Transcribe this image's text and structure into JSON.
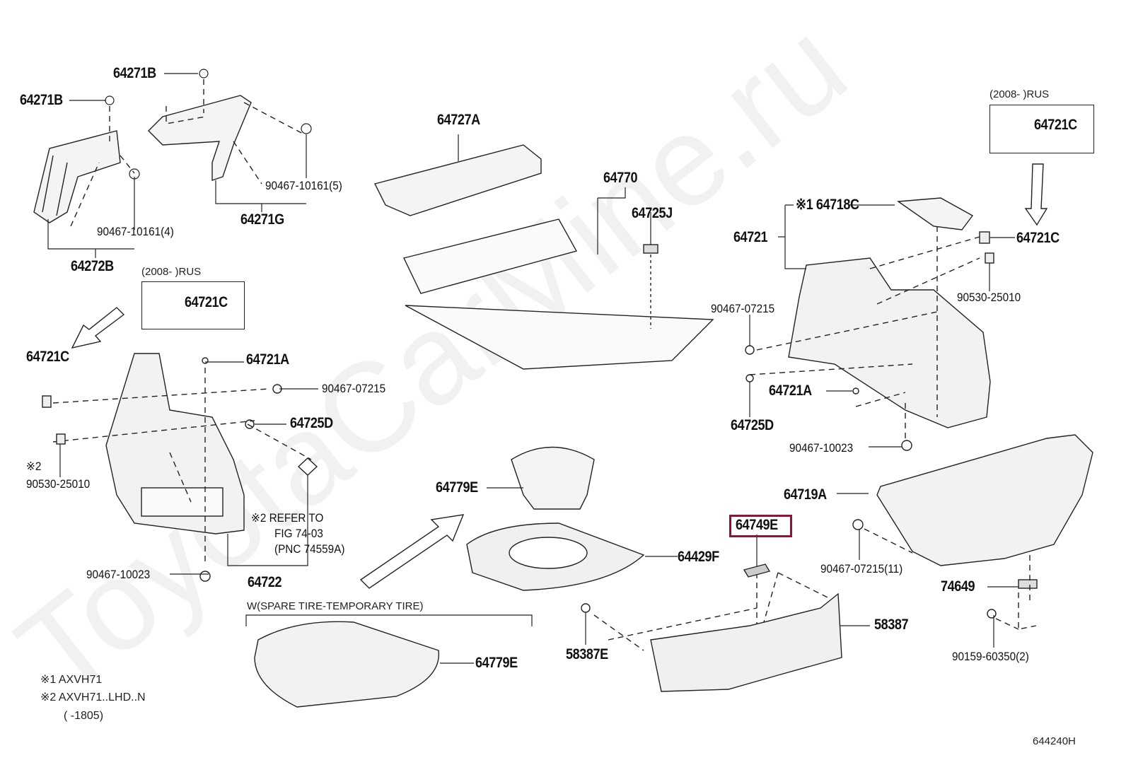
{
  "diagram": {
    "watermark": "ToyotaCarMine.ru",
    "highlight_color": "#8b1538",
    "figure_id": "644240H",
    "variant_boxes": [
      {
        "range": "(2008-        )RUS",
        "part": "64721C"
      },
      {
        "range": "(2008-        )RUS",
        "part": "64721C"
      }
    ],
    "labels": {
      "p64271B_a": "64271B",
      "p64271B_b": "64271B",
      "p90467_10161_5": "90467-10161(5)",
      "p64271G": "64271G",
      "p90467_10161_4": "90467-10161(4)",
      "p64272B": "64272B",
      "p64727A": "64727A",
      "p64770": "64770",
      "p64725J": "64725J",
      "p64718C": "※1 64718C",
      "p64721": "64721",
      "p64721C_r": "64721C",
      "p90530_25010_r": "90530-25010",
      "p90467_07215_r": "90467-07215",
      "p64721C_l": "64721C",
      "p64721A_l": "64721A",
      "p90467_07215_l": "90467-07215",
      "p64725D_l": "64725D",
      "p64721A_r": "64721A",
      "p64725D_r": "64725D",
      "p90467_10023_r": "90467-10023",
      "note2_mark": "※2",
      "p90530_25010_l": "90530-25010",
      "p64779E_top": "64779E",
      "p64719A": "64719A",
      "refer_1": "※2 REFER  TO",
      "refer_2": "FIG 74-03",
      "refer_3": "(PNC 74559A)",
      "p64749E": "64749E",
      "p64429F": "64429F",
      "p90467_07215_11": "90467-07215(11)",
      "p90467_10023_l": "90467-10023",
      "p64722": "64722",
      "p74649": "74649",
      "spare_group": "W(SPARE TIRE-TEMPORARY TIRE)",
      "p58387": "58387",
      "p58387E": "58387E",
      "p90159_60350_2": "90159-60350(2)",
      "p64779E_bottom": "64779E"
    },
    "notes": [
      "※1 AXVH71",
      "※2 AXVH71..LHD..N",
      "(        -1805)"
    ],
    "selected_part": "64749E"
  }
}
